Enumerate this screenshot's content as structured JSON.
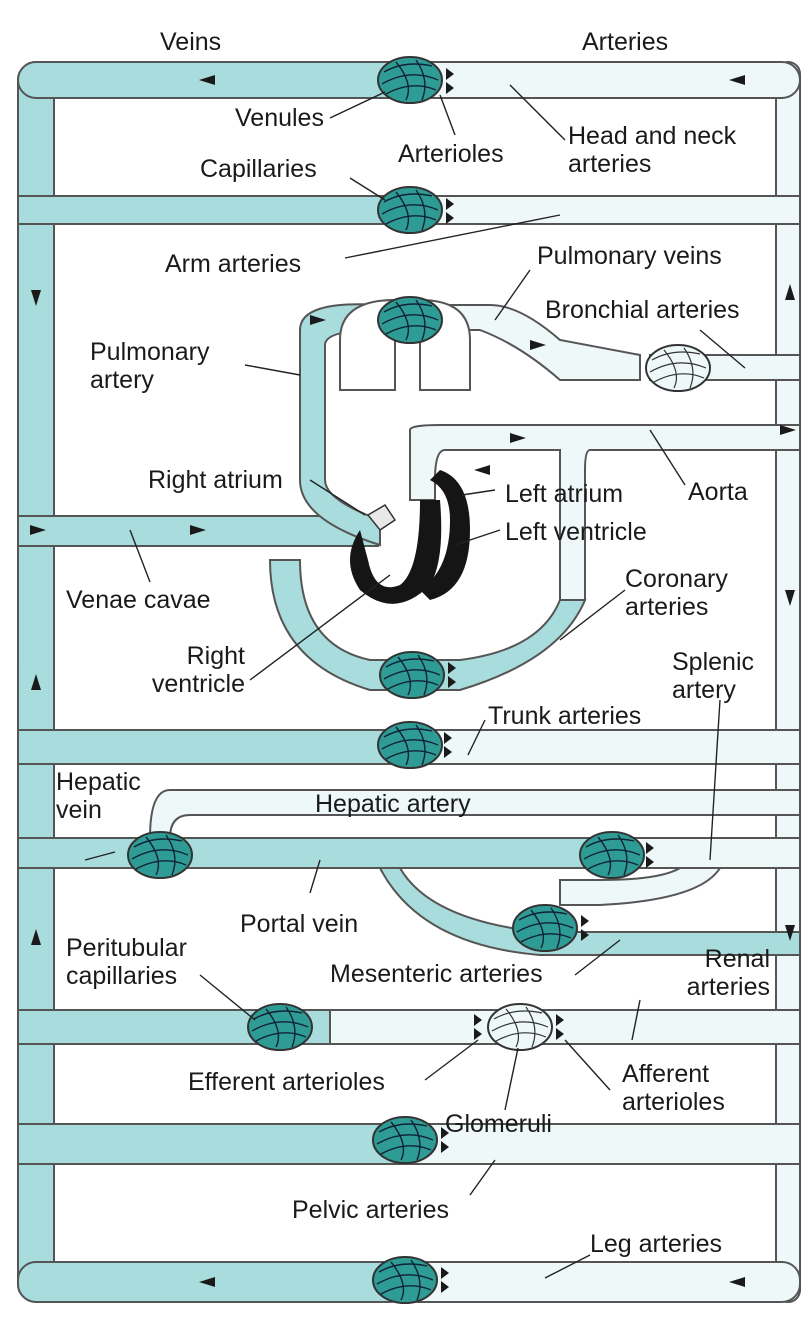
{
  "colors": {
    "vessel_fill": "#a9dcdc",
    "vessel_outline": "#555555",
    "capillary_fill": "#2e9c95",
    "capillary_light": "#e4f3f3",
    "arterial_fill": "#eef8f8",
    "heart_dark": "#151515",
    "arrow": "#1a1a1a",
    "background": "#ffffff"
  },
  "labels": {
    "veins": "Veins",
    "arteries": "Arteries",
    "venules": "Venules",
    "arterioles": "Arterioles",
    "head_neck": "Head and neck arteries",
    "capillaries": "Capillaries",
    "arm_arteries": "Arm arteries",
    "pulmonary_veins": "Pulmonary veins",
    "bronchial_arteries": "Bronchial arteries",
    "pulmonary_artery": "Pulmonary artery",
    "right_atrium": "Right atrium",
    "left_atrium": "Left atrium",
    "aorta": "Aorta",
    "left_ventricle": "Left ventricle",
    "venae_cavae": "Venae cavae",
    "coronary_arteries": "Coronary arteries",
    "right_ventricle": "Right ventricle",
    "splenic_artery": "Splenic artery",
    "trunk_arteries": "Trunk arteries",
    "hepatic_vein": "Hepatic vein",
    "hepatic_artery": "Hepatic artery",
    "portal_vein": "Portal vein",
    "peritubular_capillaries": "Peritubular capillaries",
    "mesenteric_arteries": "Mesenteric arteries",
    "renal_arteries": "Renal arteries",
    "efferent_arterioles": "Efferent arterioles",
    "afferent_arterioles": "Afferent arterioles",
    "glomeruli": "Glomeruli",
    "pelvic_arteries": "Pelvic arteries",
    "leg_arteries": "Leg arteries"
  }
}
